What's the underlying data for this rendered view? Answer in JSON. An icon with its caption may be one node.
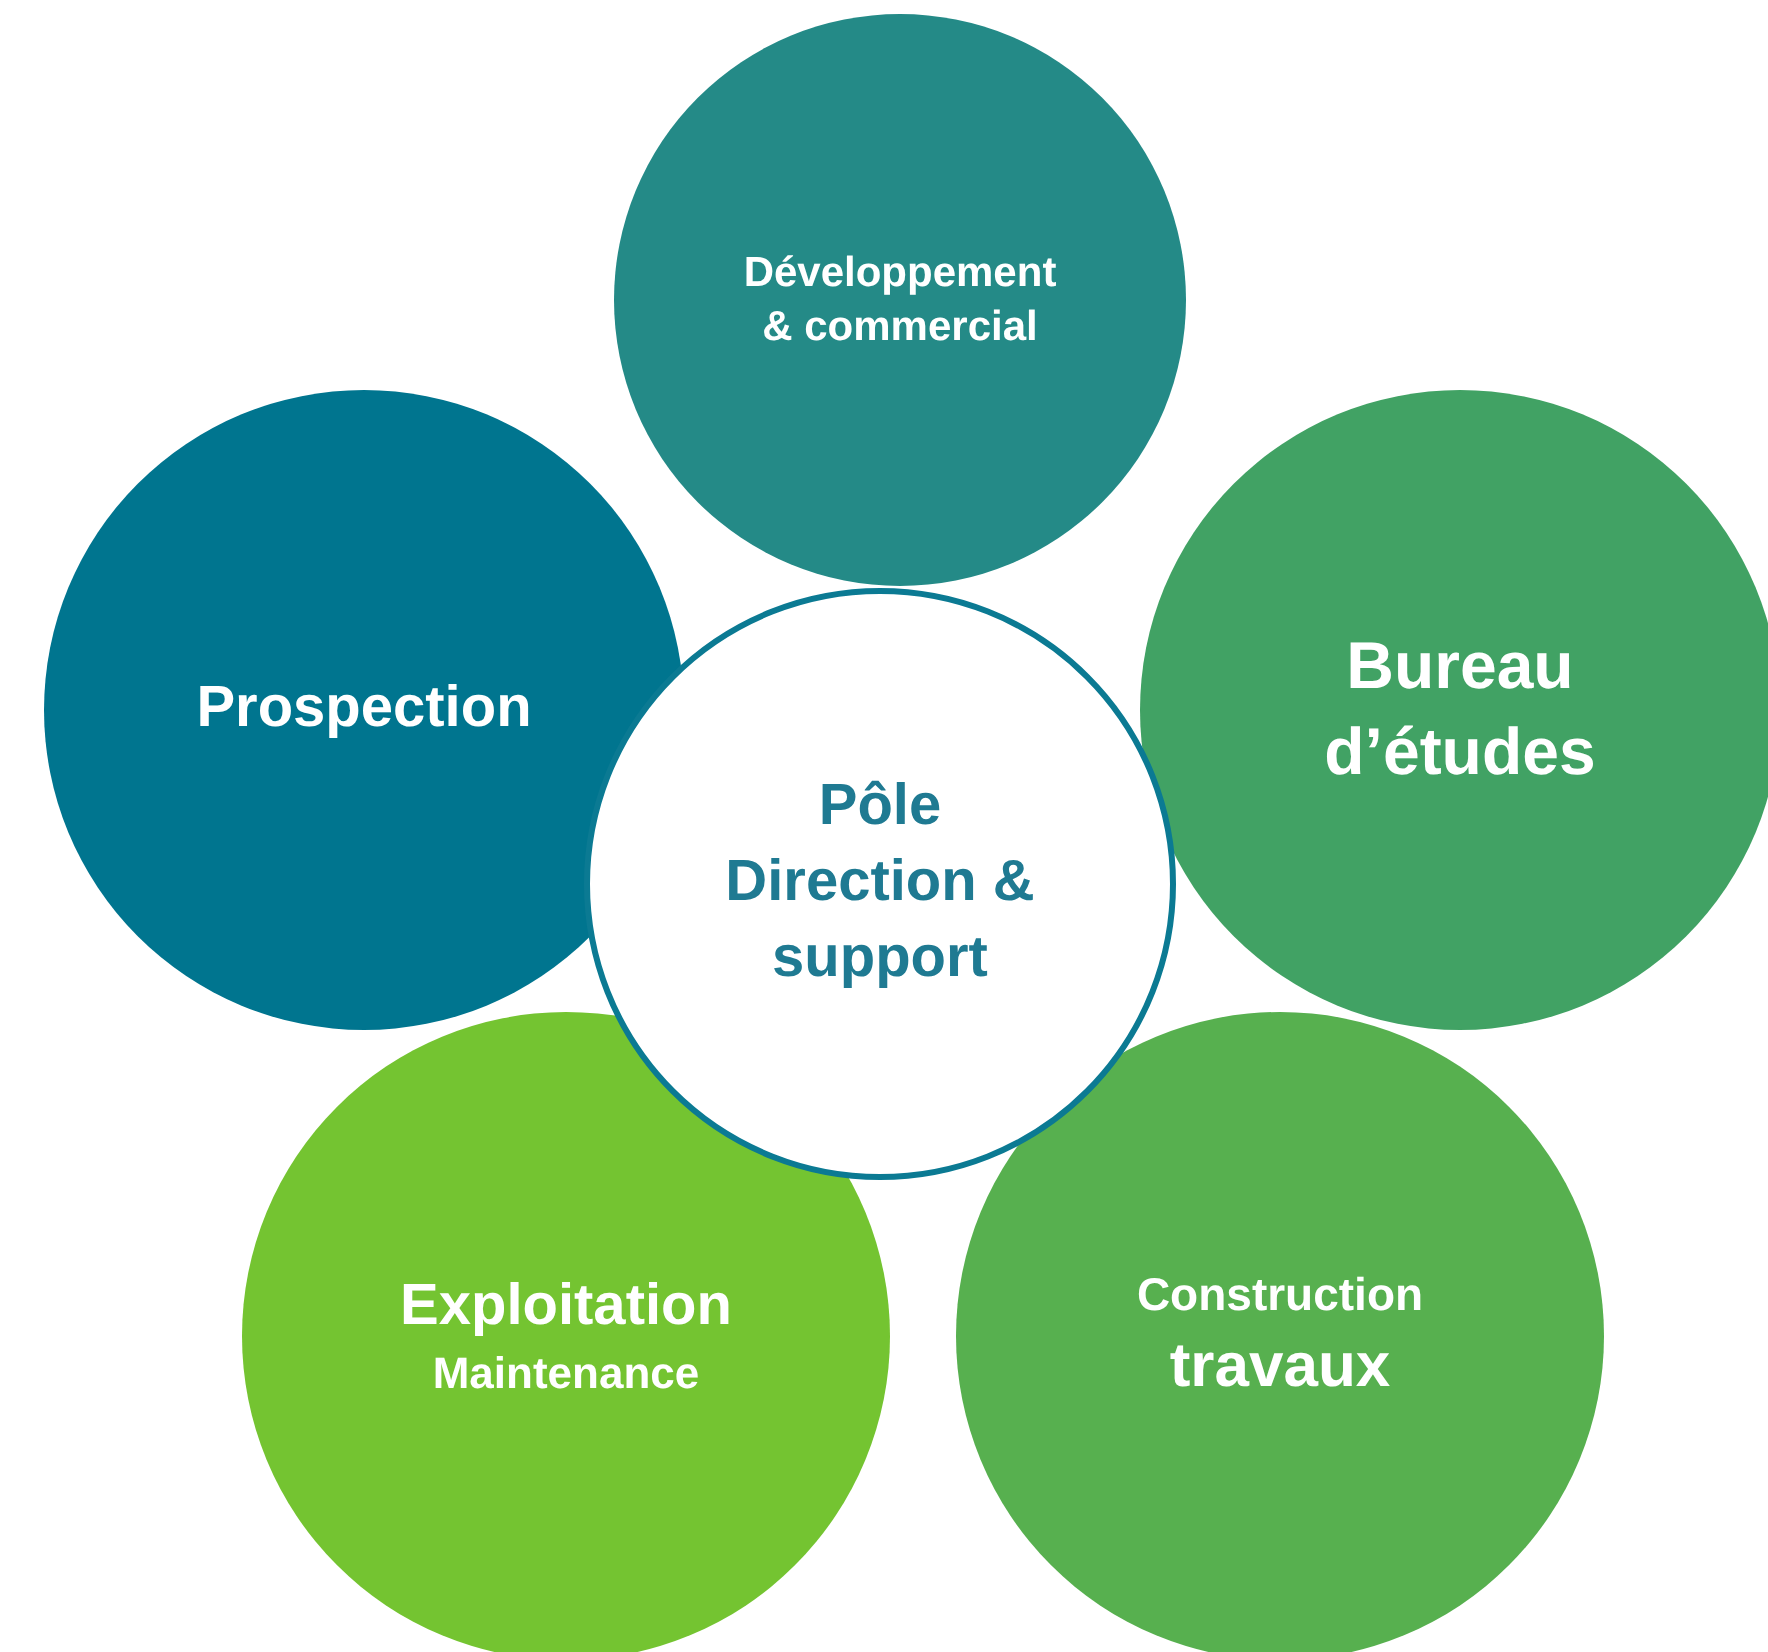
{
  "diagram": {
    "nodes": [
      {
        "text": [
          "Développement & commercial"
        ]
      },
      {
        "text": [
          "Prospection"
        ]
      },
      {
        "text": [
          "Bureau d’études"
        ]
      },
      {
        "text": [
          "Pôle Direction & support"
        ]
      },
      {
        "text": [
          "Exploitation",
          "Maintenance"
        ]
      },
      {
        "text": [
          "Construction",
          "travaux"
        ]
      }
    ]
  }
}
